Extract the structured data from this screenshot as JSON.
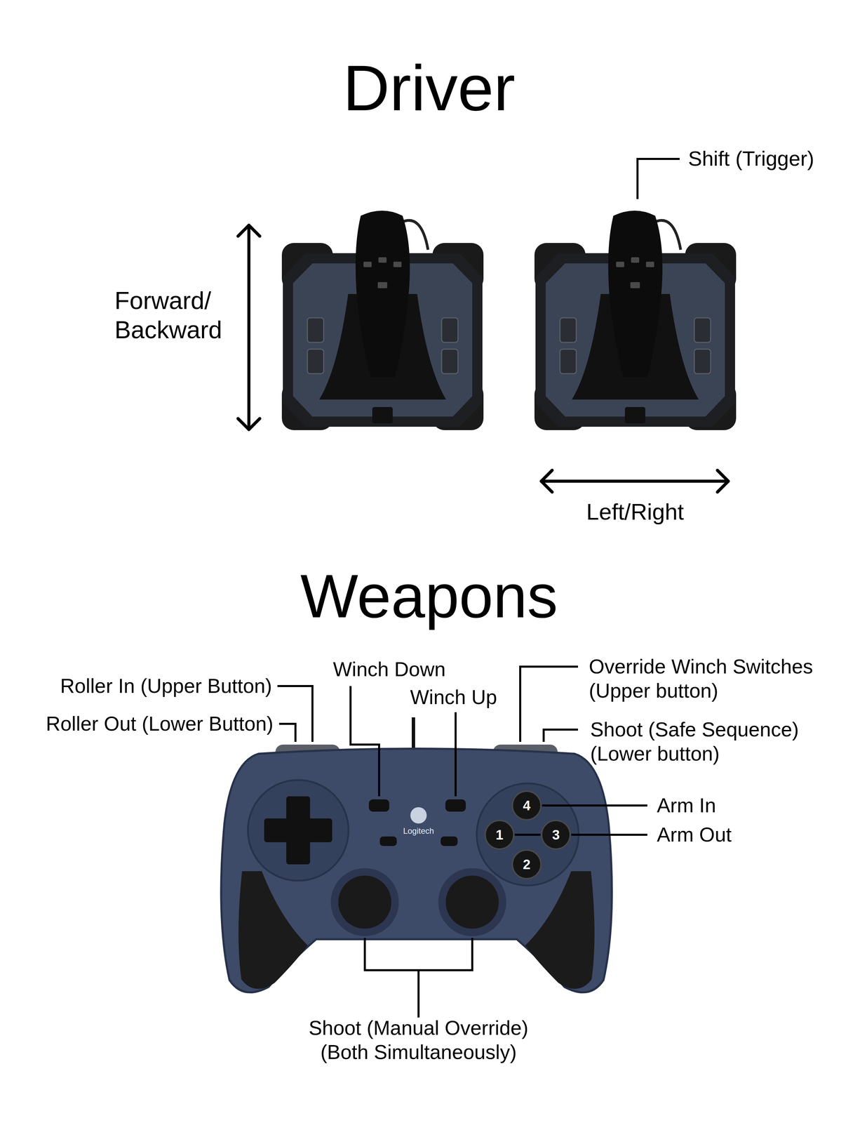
{
  "diagram": {
    "labels": [
      "Driver",
      "Forward/ Backward",
      "Shift (Trigger)",
      "Left/Right",
      "Weapons",
      "Roller In (Upper Button)",
      "Roller Out (Lower Button)",
      "Winch Down",
      "Winch Up",
      "Override Winch Switches (Upper button)",
      "Shoot (Safe Sequence) (Lower button)",
      "4",
      "Arm In",
      "1",
      "3",
      "Arm Out",
      "2",
      "Logitech",
      "Shoot (Manual Override) (Both Simultaneously)"
    ]
  }
}
